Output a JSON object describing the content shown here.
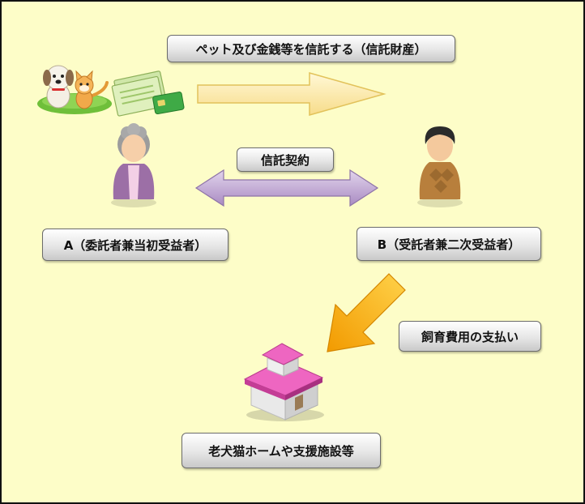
{
  "labels": {
    "trust_assets": "ペット及び金銭等を信託する（信託財産）",
    "trust_contract": "信託契約",
    "party_a": "A（委託者兼当初受益者）",
    "party_b": "B（受託者兼二次受益者）",
    "payment": "飼育費用の支払い",
    "facility": "老犬猫ホームや支援施設等"
  },
  "colors": {
    "background": "#fdfdc8",
    "transfer_arrow": "#fde9a6",
    "contract_arrow": "#b49ac9",
    "payment_arrow": "#f5a600",
    "house_roof": "#e64fb3"
  },
  "icons": {
    "pets": "dog-and-cat-icon",
    "money": "banknotes-and-card-icon",
    "person_a": "elderly-woman-icon",
    "person_b": "man-in-sweater-icon",
    "facility": "house-icon"
  }
}
